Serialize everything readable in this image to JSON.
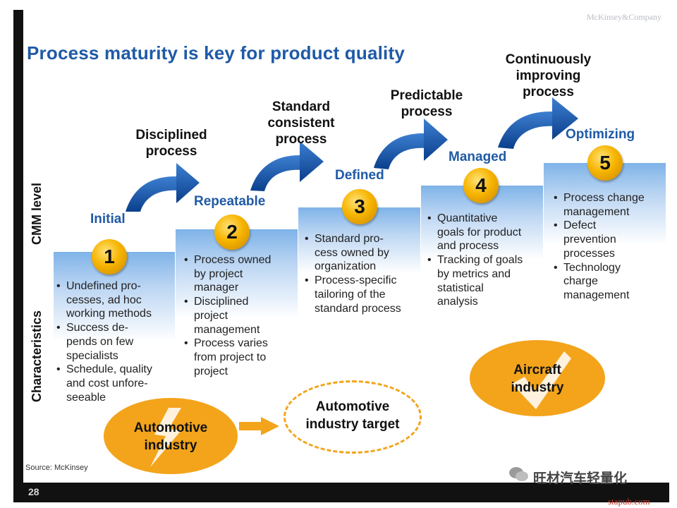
{
  "brand": "McKinsey&Company",
  "title": "Process maturity is key for product quality",
  "axis_labels": {
    "cmm": "CMM level",
    "characteristics": "Characteristics"
  },
  "levels": [
    {
      "number": "1",
      "name": "Initial",
      "characteristics": [
        "Undefined pro-\ncesses, ad hoc\nworking methods",
        "Success de-\npends on few\nspecialists",
        "Schedule, quality\nand cost unfore-\nseeable"
      ]
    },
    {
      "number": "2",
      "name": "Repeatable",
      "characteristics": [
        "Process owned\nby project\nmanager",
        "Disciplined\nproject\nmanagement",
        "Process varies\nfrom project to\nproject"
      ]
    },
    {
      "number": "3",
      "name": "Defined",
      "characteristics": [
        "Standard pro-\ncess owned by\norganization",
        "Process-specific\ntailoring of the\nstandard process"
      ]
    },
    {
      "number": "4",
      "name": "Managed",
      "characteristics": [
        "Quantitative\ngoals for product\nand process",
        "Tracking of goals\nby metrics and\nstatistical\nanalysis"
      ]
    },
    {
      "number": "5",
      "name": "Optimizing",
      "characteristics": [
        "Process change\nmanagement",
        "Defect\nprevention\nprocesses",
        "Technology\ncharge\nmanagement"
      ]
    }
  ],
  "transitions": [
    "Disciplined\nprocess",
    "Standard\nconsistent\nprocess",
    "Predictable\nprocess",
    "Continuously\nimproving\nprocess"
  ],
  "industries": {
    "automotive": "Automotive\nindustry",
    "automotive_target": "Automotive\nindustry target",
    "aircraft": "Aircraft\nindustry"
  },
  "source": "Source: McKinsey",
  "page_number": "28",
  "watermark": "旺材汽车轻量化",
  "site": "stapub.com",
  "colors": {
    "title_blue": "#1f5aa6",
    "arrow_blue": "#0b4ea8",
    "orange": "#f3a41b",
    "gold": "#f7b500"
  }
}
